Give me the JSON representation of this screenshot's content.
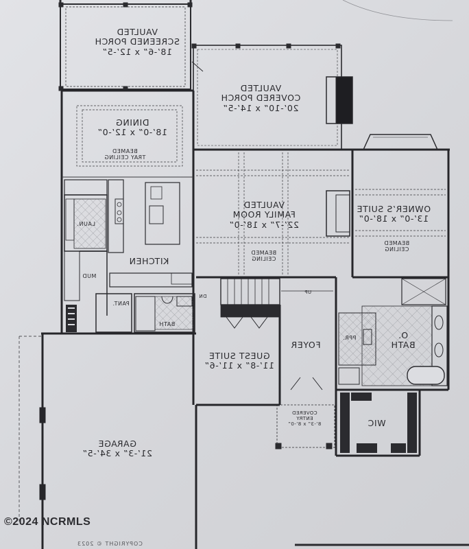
{
  "rooms": {
    "screened_porch": {
      "line1": "VAULTED",
      "line2": "SCREENED PORCH",
      "dims": "18’-6” x 12’-5”"
    },
    "covered_porch": {
      "line1": "VAULTED",
      "line2": "COVERED PORCH",
      "dims": "20’-10” x 14’-5”"
    },
    "dining": {
      "name": "DINING",
      "dims": "18’-0” x 12’-0”",
      "note1": "BEAMED",
      "note2": "TRAY CEILING"
    },
    "family_room": {
      "line1": "VAULTED",
      "line2": "FAMILY ROOM",
      "dims": "22’-7” x 18’-0”",
      "note1": "BEAMED",
      "note2": "CEILING"
    },
    "owners_suite": {
      "name": "OWNER’S SUITE",
      "dims": "13’-0” x 18’-0”",
      "note1": "BEAMED",
      "note2": "CEILING"
    },
    "kitchen": {
      "name": "KITCHEN"
    },
    "laundry": {
      "name": "LAUN."
    },
    "mud": {
      "name": "MUD"
    },
    "pantry": {
      "name": "PANT."
    },
    "bath": {
      "name": "BATH"
    },
    "dn": {
      "name": "DN"
    },
    "up": {
      "name": "UP"
    },
    "guest_suite": {
      "name": "GUEST SUITE",
      "dims": "11’-8” x 11’-6”"
    },
    "foyer": {
      "name": "FOYER"
    },
    "ppr": {
      "name": "PPR."
    },
    "owner_bath": {
      "line1": "O.",
      "line2": "BATH"
    },
    "covered_entry": {
      "line1": "COVERED",
      "line2": "ENTRY",
      "dims": "8’-3” x 8’-0”"
    },
    "wic": {
      "name": "WIC"
    },
    "garage": {
      "name": "GARAGE",
      "dims": "21’-3” x 34’-5”"
    }
  },
  "watermark": "©2024 NCRMLS",
  "copyright": "COPYRIGHT © 2023"
}
